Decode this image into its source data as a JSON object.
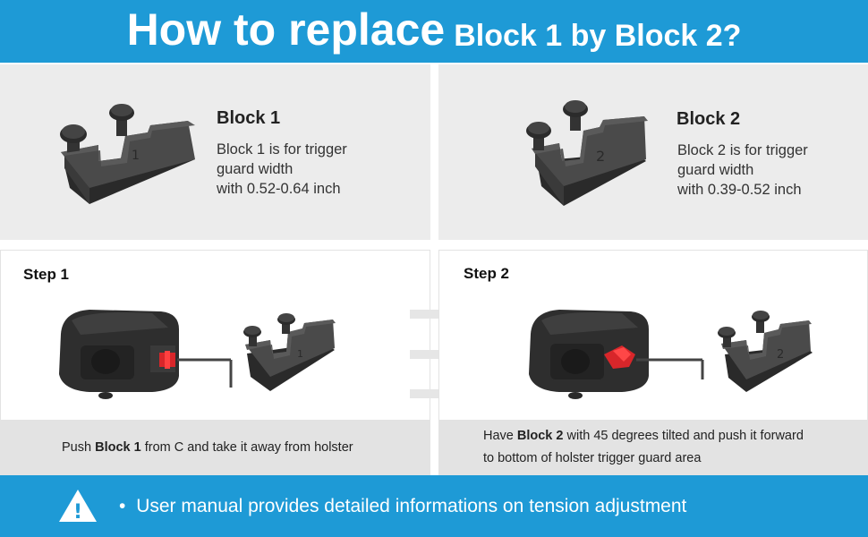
{
  "header": {
    "title_main": "How to replace",
    "title_sub": "Block 1 by Block 2?"
  },
  "block1": {
    "title": "Block 1",
    "line1": "Block 1 is for trigger",
    "line2": "guard width",
    "line3": "with 0.52-0.64 inch",
    "engraving": "1"
  },
  "block2": {
    "title": "Block 2",
    "line1": "Block 2 is for trigger",
    "line2": "guard width",
    "line3": "with 0.39-0.52 inch",
    "engraving": "2"
  },
  "step1": {
    "title": "Step 1",
    "caption_pre": "Push ",
    "caption_bold": "Block 1",
    "caption_post": " from C and take it away from holster"
  },
  "step2": {
    "title": "Step 2",
    "caption_pre": "Have ",
    "caption_bold": "Block 2",
    "caption_post": " with 45 degrees tilted and push it forward",
    "caption_line2": "to bottom of holster trigger guard area"
  },
  "footer": {
    "bullet": "•",
    "note": "User manual provides detailed informations on tension adjustment",
    "warning_glyph": "!"
  },
  "colors": {
    "brand_blue": "#1e9ad6",
    "panel_grey": "#ececec",
    "caption_grey": "#e3e3e3",
    "accent_red": "#e0262a"
  },
  "icons": [
    "warning-triangle-icon",
    "arrow-right-icon"
  ]
}
